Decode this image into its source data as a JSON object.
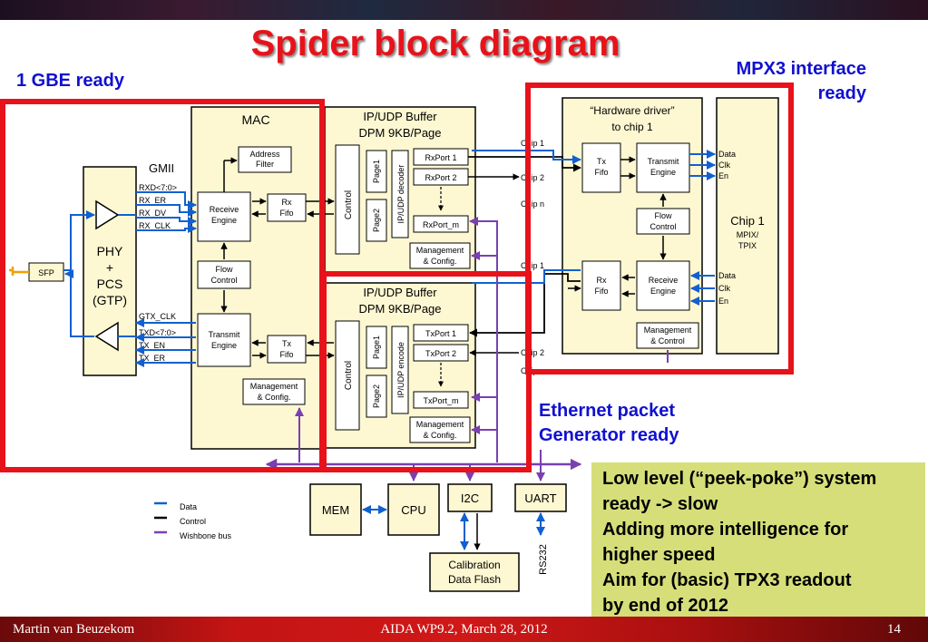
{
  "slide": {
    "title": "Spider block diagram",
    "footer_left": "Martin van Beuzekom",
    "footer_center": "AIDA WP9.2, March 28, 2012",
    "page_number": "14"
  },
  "annotations": {
    "gbe_ready": "1 GBE ready",
    "mpx3_line1": "MPX3 interface",
    "mpx3_line2": "ready",
    "ethernet_line1": "Ethernet packet",
    "ethernet_line2": "Generator ready"
  },
  "notes": [
    "Low level (“peek-poke”) system",
    "ready -> slow",
    "Adding  more intelligence for",
    "higher speed",
    "Aim for (basic) TPX3 readout",
    "by end of 2012"
  ],
  "colors": {
    "data": "#1060d0",
    "control": "#000000",
    "wishbone": "#7a3fb0",
    "highlight": "#e8121a",
    "block_fill": "#fdf8d2"
  },
  "diagram": {
    "sfp": "SFP",
    "phy": [
      "PHY",
      "+",
      "PCS",
      "(GTP)"
    ],
    "gmii": "GMII",
    "gmii_signals": [
      "RXD<7:0>",
      "RX_ER",
      "RX_DV",
      "RX_CLK"
    ],
    "gtx_signals": [
      "GTX_CLK",
      "TXD<7:0>",
      "TX_EN",
      "TX_ER"
    ],
    "mac": "MAC",
    "address_filter": [
      "Address",
      "Filter"
    ],
    "receive_engine": [
      "Receive",
      "Engine"
    ],
    "rx_fifo": [
      "Rx",
      "Fifo"
    ],
    "flow_control": [
      "Flow",
      "Control"
    ],
    "transmit_engine": [
      "Transmit",
      "Engine"
    ],
    "tx_fifo": [
      "Tx",
      "Fifo"
    ],
    "management": [
      "Management",
      "& Config."
    ],
    "buffer_title": [
      "IP/UDP Buffer",
      "DPM 9KB/Page"
    ],
    "control": "Control",
    "page1": "Page1",
    "page2": "Page2",
    "decoder": "IP/UDP decoder",
    "encoder": "IP/UDP encode",
    "rx_ports": [
      "RxPort 1",
      "RxPort 2",
      "RxPort_m"
    ],
    "tx_ports": [
      "TxPort 1",
      "TxPort 2",
      "TxPort_m"
    ],
    "chip_labels": [
      "Chip 1",
      "Chip 2",
      "Chip n",
      "Chip 1",
      "Chip 2",
      "Chip n"
    ],
    "hardware_driver": [
      "“Hardware driver”",
      "to chip 1"
    ],
    "hd_tx_fifo": [
      "Tx",
      "Fifo"
    ],
    "hd_transmit": [
      "Transmit",
      "Engine"
    ],
    "hd_flow": [
      "Flow",
      "Control"
    ],
    "hd_rx_fifo": [
      "Rx",
      "Fifo"
    ],
    "hd_receive": [
      "Receive",
      "Engine"
    ],
    "hd_management": [
      "Management",
      "& Control"
    ],
    "chip_io_top": [
      "Data",
      "Clk",
      "En"
    ],
    "chip_io_bottom": [
      "Data",
      "Clk",
      "En"
    ],
    "chip1": [
      "Chip 1",
      "MPIX/",
      "TPIX"
    ],
    "mem": "MEM",
    "cpu": "CPU",
    "i2c": "I2C",
    "uart": "UART",
    "rs232": "RS232",
    "calibration": [
      "Calibration",
      "Data Flash"
    ],
    "legend": [
      "Data",
      "Control",
      "Wishbone bus"
    ]
  }
}
